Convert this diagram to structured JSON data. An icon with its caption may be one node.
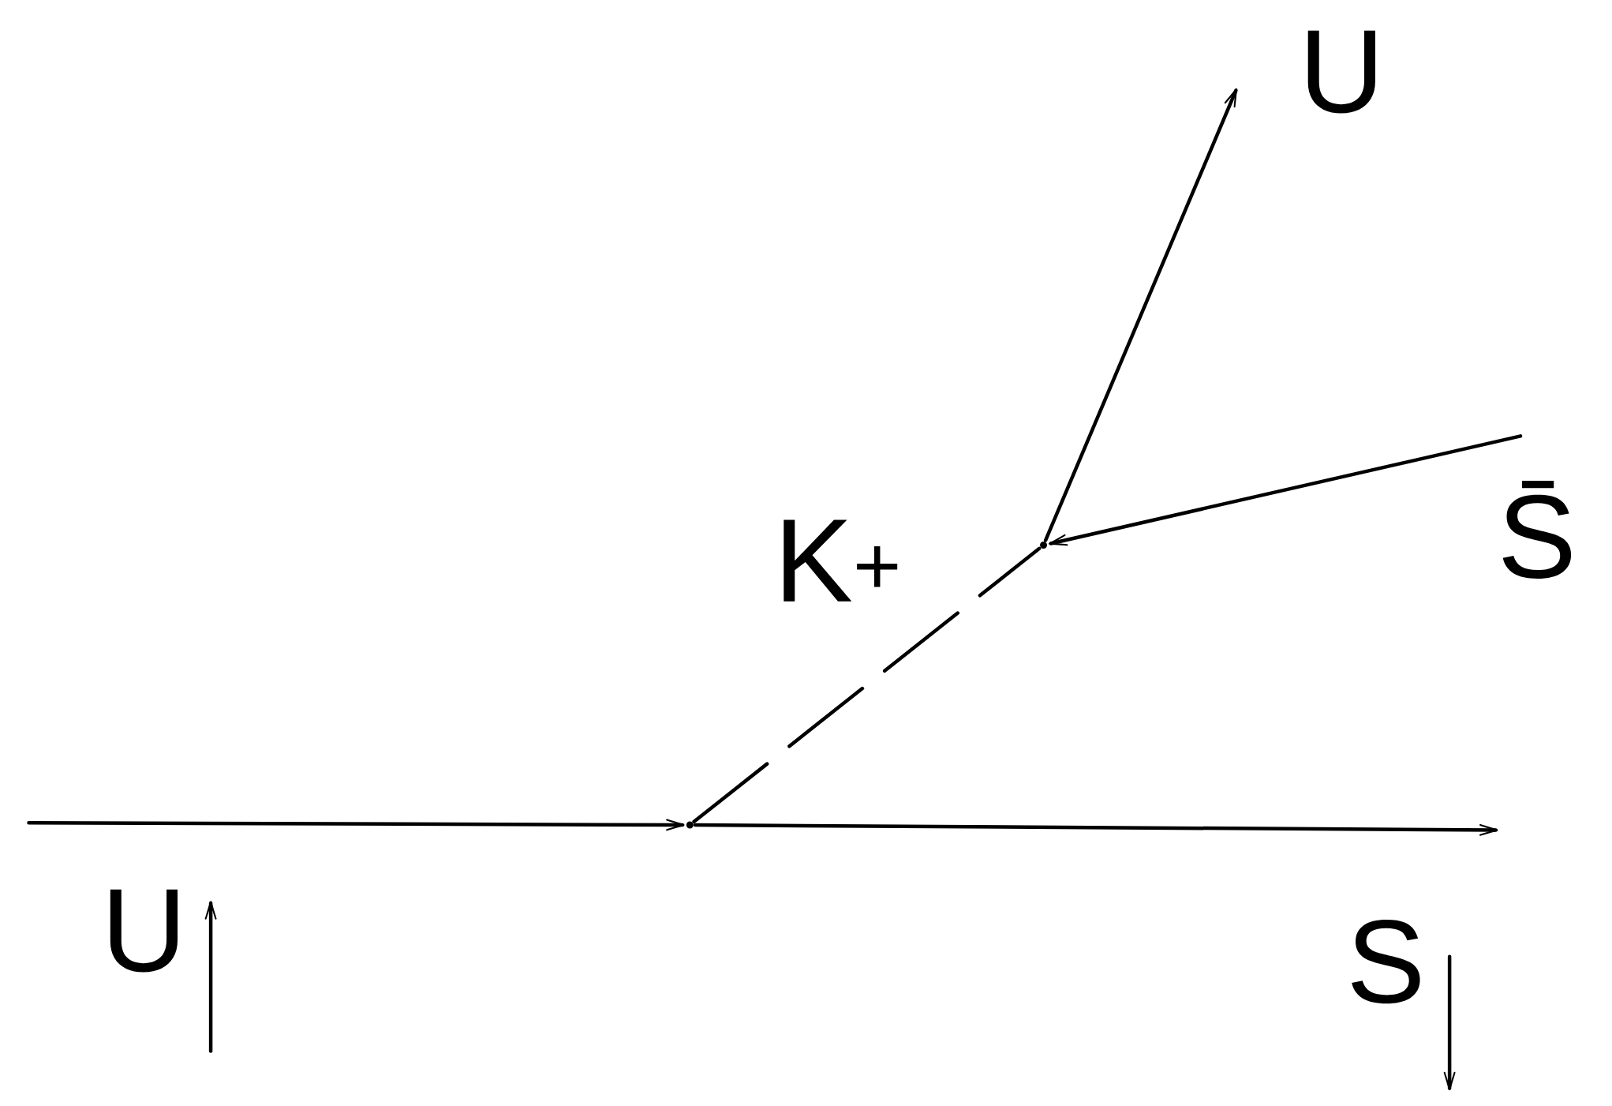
{
  "diagram": {
    "nodes": [
      {
        "text": [],
        "shape": "point"
      },
      {
        "text": [],
        "shape": "point"
      }
    ],
    "edges": [
      {
        "from": null,
        "to": 0,
        "arrow": "to",
        "label": "U"
      },
      {
        "from": 0,
        "to": null,
        "arrow": "to",
        "label": "S"
      },
      {
        "from": 0,
        "to": 1,
        "arrow": "none",
        "style": "dashed",
        "label": "K$^{+}$"
      },
      {
        "from": 1,
        "to": null,
        "arrow": "to",
        "label": "U"
      },
      {
        "from": null,
        "to": 1,
        "arrow": "to",
        "label": "S̄"
      }
    ]
  }
}
